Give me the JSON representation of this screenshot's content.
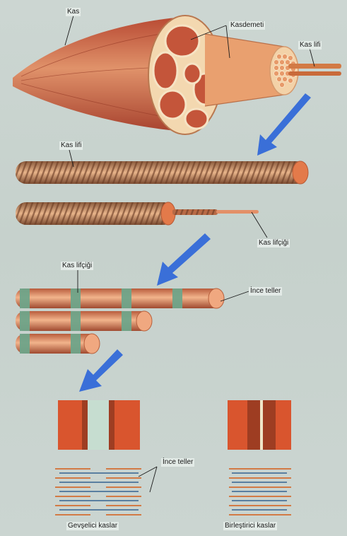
{
  "labels": {
    "kas": "Kas",
    "kasdemeti": "Kasdemeti",
    "kas_lifi_top": "Kas lifi",
    "kas_lifi_mid": "Kas lifi",
    "kas_lifcigi_1": "Kas lifçiği",
    "kas_lifcigi_2": "Kas lifçiği",
    "ince_teller_1": "İnce teller",
    "ince_teller_2": "İnce teller",
    "gevselici": "Gevşelici kaslar",
    "birlestirici": "Birleştirici kaslar"
  },
  "colors": {
    "muscle": "#c4553a",
    "muscle_light": "#e0a070",
    "fascia": "#f3d8b0",
    "band_green": "#6fa58a",
    "arrow_blue": "#3a6fd8",
    "filament_blue": "#5a7fa0",
    "filament_orange": "#d27a45"
  }
}
